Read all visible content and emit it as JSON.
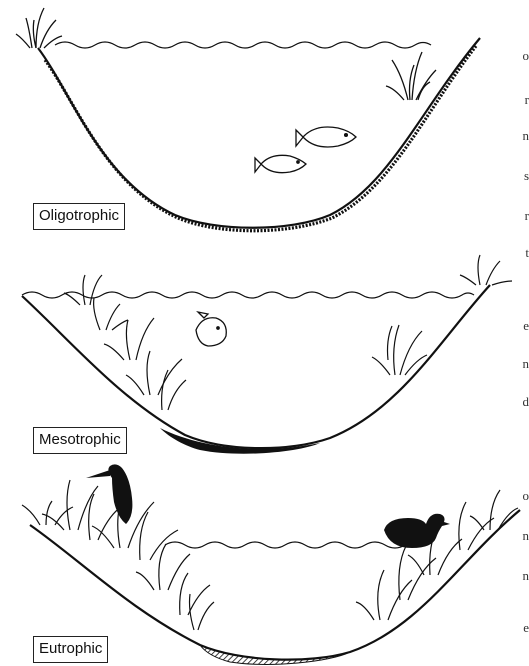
{
  "diagram": {
    "basins": [
      {
        "label": "Oligotrophic"
      },
      {
        "label": "Mesotrophic"
      },
      {
        "label": "Eutrophic"
      }
    ],
    "colors": {
      "ink": "#111111",
      "background": "#ffffff"
    },
    "icons": [
      "grass-tuft-icon",
      "fish-icon",
      "bird-silhouette-icon",
      "duck-silhouette-icon"
    ]
  },
  "page": {
    "right_edge_letters": [
      "o",
      "r",
      "n",
      "s",
      "r",
      "t",
      "e",
      "n",
      "d",
      "o",
      "n",
      "n",
      "e"
    ]
  }
}
